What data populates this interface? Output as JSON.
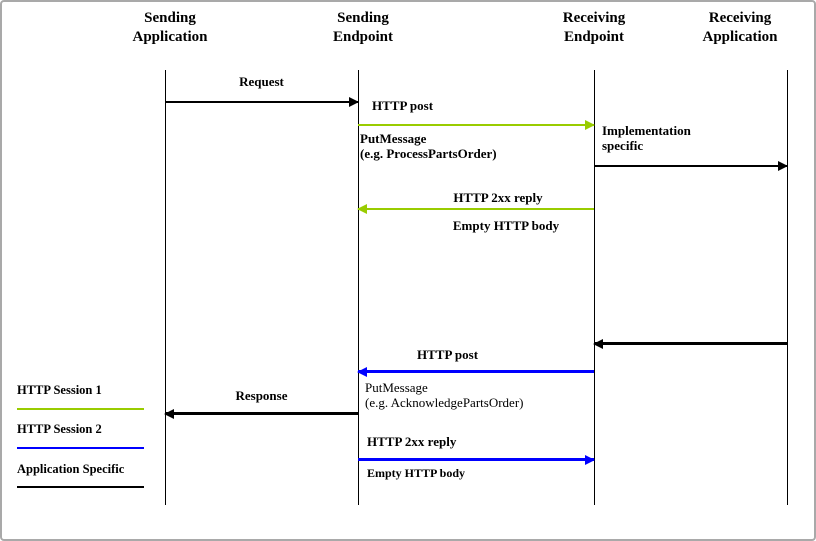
{
  "colors": {
    "http_session_1_green": "#99CC00",
    "http_session_2_blue": "#0000FF",
    "application_specific_black": "#000000"
  },
  "headers": [
    "Sending\nApplication",
    "Sending\nEndpoint",
    "Receiving\nEndpoint",
    "Receiving\nApplication"
  ],
  "messages": {
    "request": {
      "label": "Request"
    },
    "http_post_1": {
      "label": "HTTP post",
      "sublabel": "PutMessage\n(e.g. ProcessPartsOrder)"
    },
    "implementation_specific": {
      "label": "Implementation\nspecific"
    },
    "http_reply_1": {
      "label": "HTTP 2xx reply",
      "sublabel": "Empty HTTP body"
    },
    "http_post_2": {
      "label": "HTTP post",
      "sublabel": "PutMessage\n(e.g. AcknowledgePartsOrder)"
    },
    "response": {
      "label": "Response"
    },
    "http_reply_2": {
      "label": "HTTP 2xx reply",
      "sublabel": "Empty HTTP body"
    }
  },
  "legend": [
    {
      "label": "HTTP Session 1",
      "color": "#99CC00"
    },
    {
      "label": "HTTP Session 2",
      "color": "#0000FF"
    },
    {
      "label": "Application Specific",
      "color": "#000000"
    }
  ]
}
